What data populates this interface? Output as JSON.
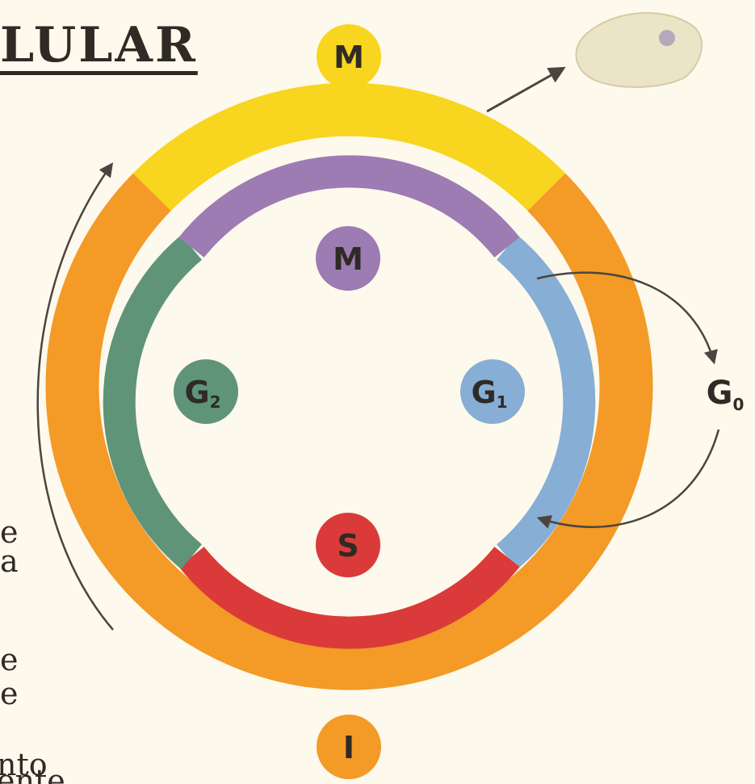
{
  "title": "LULAR",
  "outer_ring": {
    "mitosis_badge": "M",
    "interphase_badge": "I",
    "mitosis_color": "#f8d51e",
    "interphase_color": "#f39a27"
  },
  "inner_ring": {
    "phases": [
      {
        "label": "M",
        "subscript": "",
        "color": "#9d7bb3"
      },
      {
        "label": "G",
        "subscript": "1",
        "color": "#87aed4"
      },
      {
        "label": "S",
        "subscript": "",
        "color": "#db3a3a"
      },
      {
        "label": "G",
        "subscript": "2",
        "color": "#5f9479"
      }
    ]
  },
  "g0": {
    "label": "G",
    "subscript": "0"
  },
  "side_text": [
    {
      "text": "e"
    },
    {
      "text": "a"
    },
    {
      "text": "e"
    },
    {
      "text": "e"
    },
    {
      "text": "nto"
    },
    {
      "text": "ente"
    }
  ]
}
